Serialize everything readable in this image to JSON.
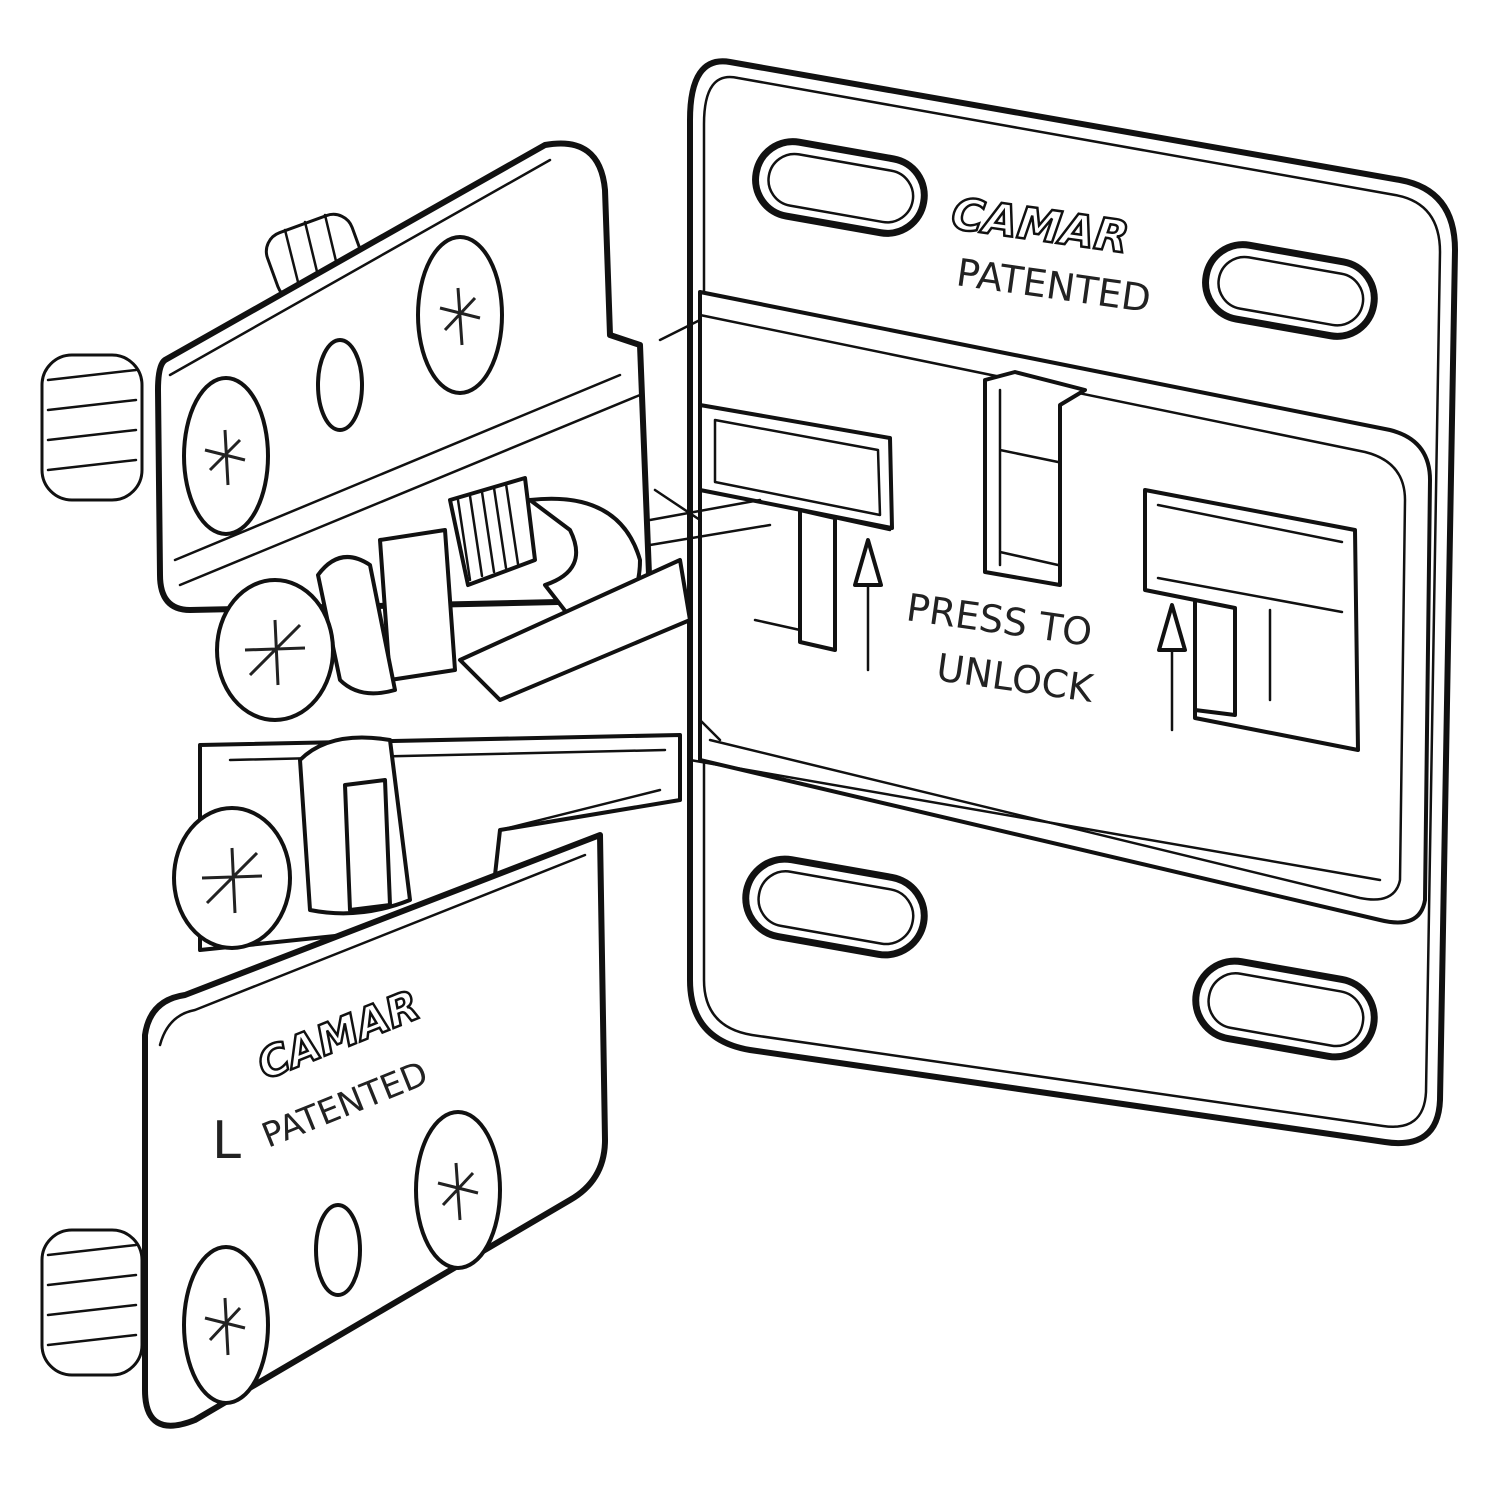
{
  "diagram": {
    "mounting_plate": {
      "brand": "CAMAR",
      "marking": "PATENTED",
      "instruction_line1": "PRESS TO",
      "instruction_line2": "UNLOCK"
    },
    "hinge_bracket": {
      "brand": "CAMAR",
      "marking": "PATENTED",
      "side": "L"
    },
    "colors": {
      "line": "#111111",
      "fill": "#ffffff"
    },
    "icons": [
      "screw-head-icon",
      "arrow-up-icon",
      "threaded-stud-icon",
      "spring-icon"
    ]
  }
}
